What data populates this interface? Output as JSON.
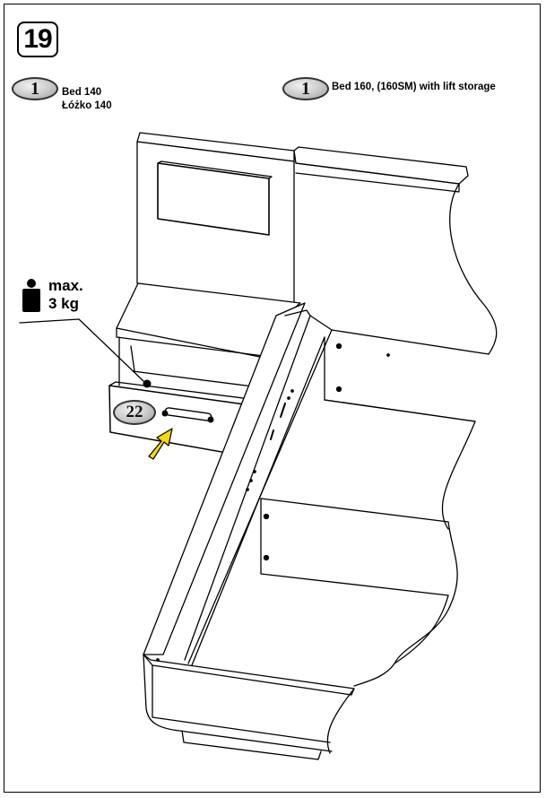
{
  "step": {
    "number": "19"
  },
  "variants": [
    {
      "badge": "1",
      "line1": "Bed 140",
      "line2": "Łóżko 140"
    },
    {
      "badge": "1",
      "line1": "Bed 160, (160SM)  with lift storage"
    }
  ],
  "drawer": {
    "part_badge": "22"
  },
  "weight_limit": {
    "line1": "max.",
    "line2": "3 kg"
  },
  "icons": [
    "weight-icon",
    "arrow-icon"
  ]
}
